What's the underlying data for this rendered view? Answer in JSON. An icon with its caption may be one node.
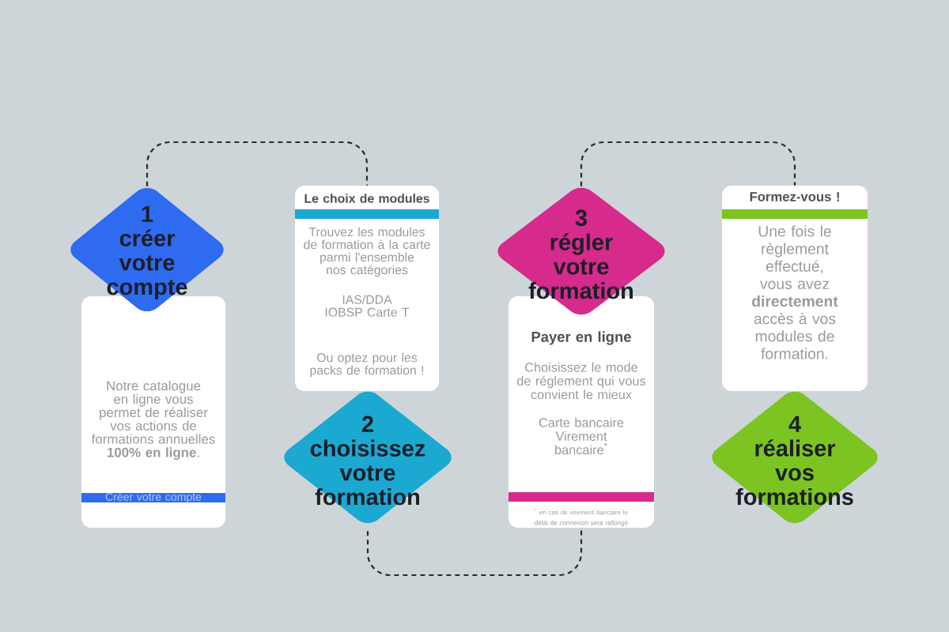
{
  "diagram": {
    "nodes": [
      {
        "text": [
          "1",
          "créer votre compte"
        ]
      },
      {
        "text": [
          "Notre catalogue en ligne vous permet de réaliser vos actions de formations annuelles **100% en ligne**.",
          "Créer votre compte"
        ]
      },
      {
        "text": [
          "Le choix de modules",
          "Trouvez les modules de formation à la carte parmi l'ensemble nos catégories",
          "IAS/DDA IOBSP Carte T",
          "Ou optez pour les packs de formation !"
        ]
      },
      {
        "text": [
          "2",
          "choisissez votre formation"
        ]
      },
      {
        "text": [
          "3",
          "régler votre formation"
        ]
      },
      {
        "text": [
          "Payer en ligne",
          "Choisissez le mode de réglement qui vous convient le mieux",
          "Carte bancaire Virement bancaire$^{*}$",
          "$^{*}$ en cas de virement bancaire le délai de connexion sera rallongé"
        ]
      },
      {
        "text": [
          "Formez-vous !",
          "Une fois le règlement effectué, vous avez **directement** accès à vos modules de formation."
        ]
      },
      {
        "text": [
          "4",
          "réaliser vos formations"
        ]
      }
    ],
    "edges": [
      {
        "from": 0,
        "to": 2,
        "arrow": "none",
        "style": "dashed"
      },
      {
        "from": 3,
        "to": 5,
        "arrow": "none",
        "style": "dashed"
      },
      {
        "from": 4,
        "to": 6,
        "arrow": "none",
        "style": "dashed"
      }
    ]
  }
}
